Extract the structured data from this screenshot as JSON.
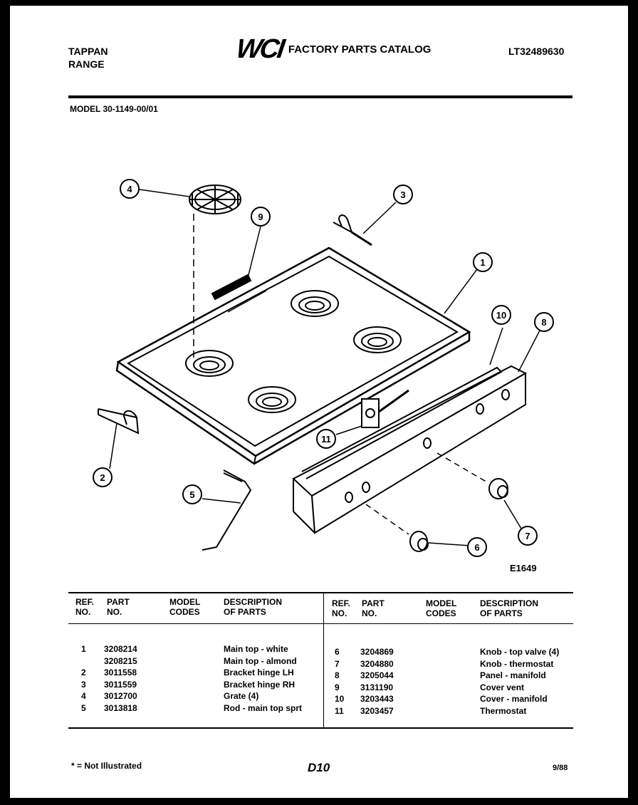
{
  "header": {
    "brand": "TAPPAN",
    "product": "RANGE",
    "logo": "WCI",
    "catalog_title": "FACTORY PARTS CATALOG",
    "catalog_id": "LT32489630",
    "model": "MODEL 30-1149-00/01"
  },
  "diagram": {
    "figure_id": "E1649",
    "callouts": [
      "1",
      "2",
      "3",
      "4",
      "5",
      "6",
      "7",
      "8",
      "9",
      "10",
      "11"
    ]
  },
  "table": {
    "headers": {
      "ref": [
        "REF.",
        "NO."
      ],
      "part": [
        "PART",
        "NO."
      ],
      "model": [
        "MODEL",
        "CODES"
      ],
      "desc": [
        "DESCRIPTION",
        "OF PARTS"
      ]
    },
    "left_rows": [
      {
        "ref": "1",
        "part": "3208214",
        "desc": "Main top - white"
      },
      {
        "ref": "",
        "part": "3208215",
        "desc": "Main top - almond"
      },
      {
        "ref": "2",
        "part": "3011558",
        "desc": "Bracket hinge LH"
      },
      {
        "ref": "3",
        "part": "3011559",
        "desc": "Bracket hinge RH"
      },
      {
        "ref": "4",
        "part": "3012700",
        "desc": "Grate  (4)"
      },
      {
        "ref": "5",
        "part": "3013818",
        "desc": "Rod - main top sprt"
      }
    ],
    "right_rows": [
      {
        "ref": "6",
        "part": "3204869",
        "desc": "Knob - top valve (4)"
      },
      {
        "ref": "7",
        "part": "3204880",
        "desc": "Knob - thermostat"
      },
      {
        "ref": "8",
        "part": "3205044",
        "desc": "Panel - manifold"
      },
      {
        "ref": "9",
        "part": "3131190",
        "desc": "Cover vent"
      },
      {
        "ref": "10",
        "part": "3203443",
        "desc": "Cover - manifold"
      },
      {
        "ref": "11",
        "part": "3203457",
        "desc": "Thermostat"
      }
    ]
  },
  "footer": {
    "note": "* = Not Illustrated",
    "page": "D10",
    "date": "9/88"
  }
}
